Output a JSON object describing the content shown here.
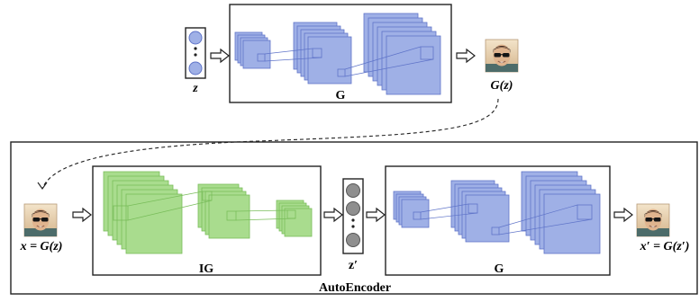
{
  "labels": {
    "z_top": "z",
    "g_top": "G",
    "gz": "G(z)",
    "x_eq": "x = G(z)",
    "ig": "IG",
    "z_prime": "z′",
    "g_bottom": "G",
    "x_prime": "x′ = G(z′)",
    "autoencoder": "AutoEncoder"
  },
  "colors": {
    "blue_fill": "#9fb0e6",
    "blue_stroke": "#5f74c9",
    "green_fill": "#a9dc8e",
    "green_stroke": "#79bd5a",
    "gray_circle": "#8f8f8f",
    "border": "#222222"
  },
  "icons": [
    "face-thumbnail-icon",
    "hollow-arrow-icon",
    "dashed-connector-icon"
  ]
}
